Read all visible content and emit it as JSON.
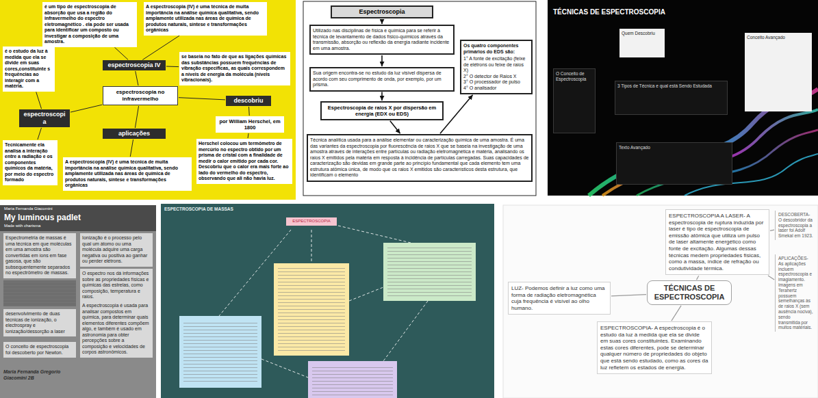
{
  "diagram": {
    "nodes": [
      {
        "text": [
          "é um tipo de espectroscopia de absorção que usa a região do infravermelho do espectro eletromagnético . ela pode ser usada para identificar um composto ou investigar a composição de uma amostra."
        ]
      },
      {
        "text": [
          "A espectroscopia (IV) é uma técnica de muita importância na análise química qualitativa, sendo amplamente utilizada nas áreas de química de produtos naturais, síntese e transformações orgânicas"
        ]
      },
      {
        "text": [
          "é o estudo da luz à medida que ela se divide em suas cores,constituinte s frequências ao interagir com a matéria."
        ]
      },
      {
        "text": [
          "se baseia no fato de que as ligações químicas das substâncias possuem frequências de vibração específicas, as quais correspondem a níveis de energia da molécula (níveis vibracionais)."
        ]
      },
      {
        "text": [
          "espectroscopia IV"
        ]
      },
      {
        "text": [
          "descobriu"
        ]
      },
      {
        "text": [
          "espectroscopia"
        ]
      },
      {
        "text": [
          "espectroscopia no infravermelho"
        ]
      },
      {
        "text": [
          "por William Herschel, em 1800"
        ]
      },
      {
        "text": [
          "aplicações"
        ]
      },
      {
        "text": [
          "Tecnicamente ela analisa a interação entre a radiação e os componentes químicos da matéria, por meio do espectro formado"
        ]
      },
      {
        "text": [
          "A espectroscopia (IV) é uma técnica de muita importância na análise química qualitativa, sendo amplamente utilizada nas áreas de química de produtos naturais, síntese e transformações orgânicas"
        ]
      },
      {
        "text": [
          "Herschel colocou um termômetro de mercúrio no espectro obtido por um prisma de cristal com a finalidade de medir o calor emitido por cada cor. Descobriu que o calor era mais forte ao lado do vermelho do espectro, observando que ali não havia luz."
        ]
      },
      {
        "text": [
          "Espectroscopia"
        ]
      },
      {
        "text": [
          "Utilizado nas disciplinas de física e química para se referir à técnica de levantamento de dados físico-químicos através da transmissão, absorção ou reflexão da energia radiante incidente em uma amostra."
        ]
      },
      {
        "text": [
          "Sua origem encontra-se no estudo da luz visível dispersa de acordo com seu comprimento de onda, por exemplo, por um prisma."
        ]
      },
      {
        "text": [
          "Espectroscopia de raios X por dispersão em energia (EDX ou EDS)"
        ]
      },
      {
        "text": [
          "Técnica analítica usada para a análise elementar ou caracterização química de uma amostra. É uma das variantes da espectroscopia por fluorescência de raios X que se baseia na investigação de uma amostra através de interações entre partículas ou radiação eletromagnética e matéria, analisando os raios X emitidos pela matéria em resposta à incidência de partículas carregadas. Suas capacidades de caracterização são devidas em grande parte ao princípio fundamental que cada elemento tem uma estrutura atômica única, de modo que os raios X emitidos são característicos desta estrutura, que identificam o elemento"
        ]
      },
      {
        "text": [
          "Os quatro componentes primários do EDS são:",
          "1° A fonte de excitação (feixe de elétrons ou feixe de raios X)",
          "2° O detector de Raios X",
          "3° O processador de pulso",
          "4° O analisador"
        ]
      },
      {
        "text": [
          "Quem Descobriu"
        ]
      },
      {
        "text": [
          "Conceito Avançado"
        ]
      },
      {
        "text": [
          "O Conceito de Espectroscopia"
        ]
      },
      {
        "text": [
          "3 Tipos de Técnica e qual está Sendo Estudada"
        ]
      },
      {
        "text": [
          "Texto Avançado"
        ]
      },
      {
        "text": [
          "Espectrometria de massas é uma técnica em que moléculas em uma amostra são convertidas em íons em fase gasosa, que são subsequentemente separados no espectrômetro de massas."
        ]
      },
      {
        "text": [
          "Ionização é o processo pelo qual um átomo ou uma molécula adquire uma carga negativa ou positiva ao ganhar ou perder elétrons."
        ]
      },
      {
        "text": [
          "O espectro nos dá informações sobre as propriedades físicas e químicas das estrelas, como composição, temperatura e raios."
        ]
      },
      {
        "text": [
          "desenvolvimento de duas técnicas de ionização, o electrospray e ionização/dessorção a laser"
        ]
      },
      {
        "text": [
          "A espectroscopia é usada para analisar compostos em química, para determinar quais elementos diferentes compõem algo, e também é usado em astronomia para obter percepções sobre a composição e velocidades de corpos astronômicos."
        ]
      },
      {
        "text": [
          "O conceito de espectroscopia foi descoberto por Newton."
        ]
      },
      {
        "text": [
          "ESPECTROSCOPIA"
        ]
      },
      {
        "text": [
          "TÉCNICAS DE ESPECTROSCOPIA"
        ]
      },
      {
        "text": [
          "LUZ- Podemos definir a luz como uma forma de radiação eletromagnética cuja frequência é visível ao olho humano."
        ]
      },
      {
        "text": [
          "ESPECTROSCOPIA A LASER- A espectroscopia de ruptura induzida por laser é tipo de espectroscopia de emissão atômica que utiliza um pulso de laser altamente energético como fonte de excitação. Algumas dessas técnicas medem propriedades físicas, como a massa, índice de refração ou condutividade térmica."
        ]
      },
      {
        "text": [
          "ESPECTROSCOPIA- A espectroscopia é o estudo da luz à medida que ela se divide em suas cores constituintes. Examinando estas cores diferentes, pode se determinar qualquer número de propriedades do objeto que está sendo estudado, como as cores da luz refletem os estados de energia."
        ]
      },
      {
        "text": [
          "DESCOBERTA- O descobridor da espectroscopia a laser foi Adolf Smekal em 1923."
        ]
      },
      {
        "text": [
          "APLICAÇÕES- As aplicações incluem espectroscopia e imagiamento. Imagens em Terahertz possuem semelhanças às de raios X (sem ausência nociva), sendo transmitida por muitos materiais."
        ]
      }
    ],
    "edges": [
      {
        "from": 7,
        "to": 4,
        "arrow": "none"
      },
      {
        "from": 7,
        "to": 6,
        "arrow": "none"
      },
      {
        "from": 7,
        "to": 5,
        "arrow": "none"
      },
      {
        "from": 7,
        "to": 9,
        "arrow": "none"
      },
      {
        "from": 4,
        "to": 0,
        "arrow": "none"
      },
      {
        "from": 4,
        "to": 1,
        "arrow": "none"
      },
      {
        "from": 4,
        "to": 3,
        "arrow": "none"
      },
      {
        "from": 6,
        "to": 2,
        "arrow": "none"
      },
      {
        "from": 6,
        "to": 10,
        "arrow": "none"
      },
      {
        "from": 5,
        "to": 8,
        "arrow": "none"
      },
      {
        "from": 8,
        "to": 12,
        "arrow": "none"
      },
      {
        "from": 9,
        "to": 11,
        "arrow": "none"
      },
      {
        "from": 13,
        "to": 14,
        "arrow": "to"
      },
      {
        "from": 14,
        "to": 15,
        "arrow": "to"
      },
      {
        "from": 15,
        "to": 16,
        "arrow": "to"
      },
      {
        "from": 16,
        "to": 17,
        "arrow": "to"
      },
      {
        "from": 17,
        "to": 18,
        "arrow": "to"
      },
      {
        "from": 31,
        "to": 32,
        "arrow": "none"
      },
      {
        "from": 31,
        "to": 33,
        "arrow": "none"
      },
      {
        "from": 31,
        "to": 34,
        "arrow": "none"
      },
      {
        "from": 33,
        "to": 35,
        "arrow": "none"
      },
      {
        "from": 33,
        "to": 36,
        "arrow": "none"
      }
    ],
    "labels": [
      "TÉCNICAS DE ESPECTROSCOPIA",
      "Maria Fernanda Giacomini",
      "My luminous padlet",
      "Made with charisma",
      "Maria Fernanda Gregorio Giacomini 2B",
      "ESPECTROSCOPIA DE MASSAS"
    ]
  }
}
